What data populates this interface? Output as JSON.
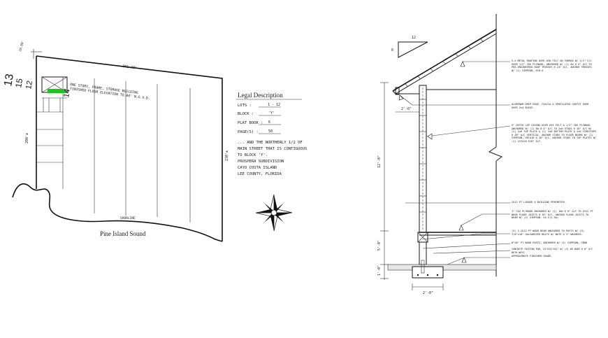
{
  "site_plan": {
    "dims": {
      "top_length": "301.28'",
      "left_side": "200'±",
      "right_side": "230'±",
      "top_left_small": "10.00'"
    },
    "top_left_numbers": [
      "13",
      "15",
      "12",
      "14"
    ],
    "building_note_line1": "ONE STORY, FRAME, STORAGE BUILDING",
    "building_note_line2": "FINISHED FLOOR ELEVATION TO.00' N.G.V.D.",
    "shoreline_label": "SHORLINE",
    "water_label": "Pine Island Sound"
  },
  "legal": {
    "title": "Legal Description",
    "rows": [
      {
        "label": "LOTS :",
        "value": "1 - 12"
      },
      {
        "label": "BLOCK :",
        "value": "'Y'"
      },
      {
        "label": "PLAT BOOK :",
        "value": "6"
      },
      {
        "label": "PAGE(S) :",
        "value": "50"
      }
    ],
    "paragraph": [
      "... AND THE NORTHERLY 1/2 OF",
      "MAIN STREET THAT IS CONTIGUOUS",
      "TO BLOCK 'Y'.",
      "PROSPERA SUBDIVISION",
      "CAYO COSTA ISLAND",
      "LEE COUNTY, FLORIDA"
    ]
  },
  "section": {
    "slope_rise": "12",
    "slope_run": "6",
    "overhang_dim": "2'-0\"",
    "wall_height_dim": "12'-0\"",
    "floor_height_dim": "5'-0\"",
    "footing_depth_dim": "1'-0\"",
    "footing_width_dim": "2'-0\"",
    "notes": [
      "5-V METAL ROOFING OVER #30 FELT ON FURRED W/ 1/2\" C/C OVER 1/2\" CDX PLYWOOD, ANCHORED W/ (1) 8d @ 6\" O/C TO PRE-ENGINEERED ROOF TRUSSES @ 24\" O/C, ANCHOR TRUSSES W/ (1) SIMPSON, H10-6",
      "ALUMINUM DRIP EDGE, FASCIA & VENTILATED SOFFIT OVER OVER 2x4 BLKGS.",
      "5\" DUTCH LAP SIDING OVER #15 FELT & 1/2\" CDX PLYWOOD ANCHORED W/ (1) 8d @ 6\" O/C TO 2x6 STUDS @ 16\" O/C W/ (2) 2x6 TOP PLATE & (1) 2x6 BOTTOM PLATE & 2x6 FIRESTOPS @ 48\" O/C VERTICAL, ANCHOR STUDS TO FLOOR BEAMS W/ (1) SIMPSON, HETA16 @ 16\" O/C, ANCHOR STUDS TO TOP PLATES W/ (1) LSTA18 @16\" O/C.",
      "2X12 PT LEDGER @ BUILDING PERIMETER.",
      "1\" T&G PLYWOOD ANCHORED W/ (1) 10d @ 6\" O/C TO 2X12 PT WOOD FLOOR JOISTS @ 16\" O/C, ANCHOR FLOOR JOISTS TO BEAM W/ (1) SIMPSON, H2.5(2.5A)",
      "(3) 2-2X12 PT WOOD BEAM ANCHORED TO POSTS W/ (3) 7/8\"x10\" GALVANIZED BOLTS W/ NUTS & 3\" WASHERS.",
      "8\"X8\" PT WOOD POSTS, ANCHORED W/ (1) SIMPSON, CB88",
      "CONCRETE FOOTING PAD, 24\"X24\"X12\" W/ (3) #5 BARS @ 6\" O/C BOTH WAYS",
      "APPROXIMATE FINISHED GRADE."
    ]
  }
}
